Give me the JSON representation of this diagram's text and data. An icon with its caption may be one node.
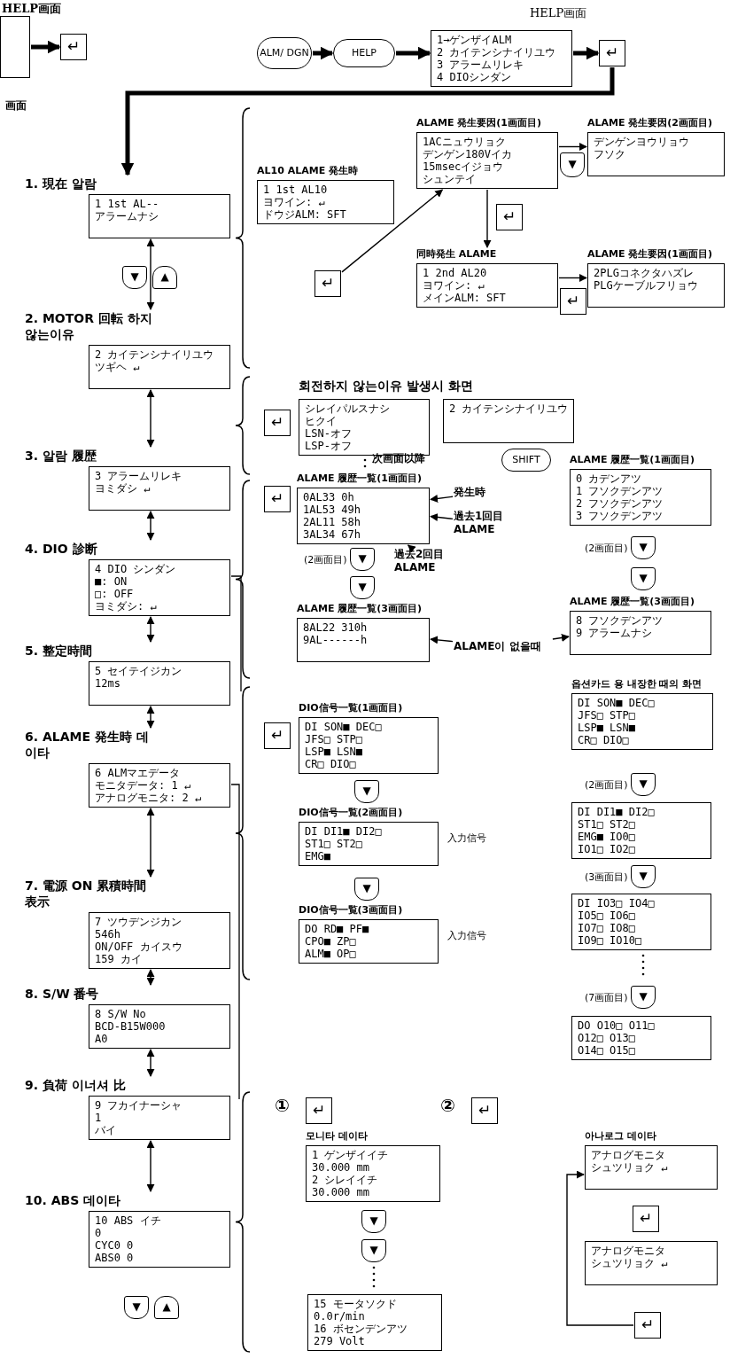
{
  "diagram": {
    "nodes": [
      {
        "text": [],
        "shape": "box"
      },
      {
        "text": [
          "↵"
        ]
      },
      {
        "text": [
          "ALM/ DGN"
        ]
      },
      {
        "text": [
          "HELP"
        ]
      },
      {
        "text": [
          "1→ゲンザイALM",
          "2 カイテンシナイリユウ",
          "3 アラームリレキ",
          "4 DIOシンダン"
        ],
        "beside": [
          "HELP画面"
        ]
      },
      {
        "text": [
          "↵"
        ]
      },
      {
        "text": [
          "1. 現在 알람",
          "1 1st AL--",
          "アラームナシ"
        ]
      },
      {
        "text": [
          "▼"
        ]
      },
      {
        "text": [
          "▲"
        ]
      },
      {
        "text": [
          "2. MOTOR 回転 하지않는이유",
          "2 カイテンシナイリユウ",
          "ツギヘ ↵"
        ]
      },
      {
        "text": [
          "3. 알람 履歴",
          "3 アラームリレキ",
          "ヨミダシ ↵"
        ]
      },
      {
        "text": [
          "4. DIO 診断",
          "4 DIO シンダン",
          "■: ON",
          "□: OFF",
          "ヨミダシ: ↵"
        ]
      },
      {
        "text": [
          "5. 整定時間",
          "5 セイテイジカン",
          "12ms"
        ]
      },
      {
        "text": [
          "6. ALAME 発生時 데이타",
          "6 ALMマエデータ",
          "モニタデータ: 1 ↵",
          "アナログモニタ: 2 ↵"
        ]
      },
      {
        "text": [
          "7. 電源 ON 累積時間表示",
          "7 ツウデンジカン",
          "546h",
          "ON/OFF カイスウ",
          "159 カイ"
        ]
      },
      {
        "text": [
          "8. S/W 番号",
          "8 S/W No",
          "BCD-B15W000",
          "A0"
        ]
      },
      {
        "text": [
          "9. 負荷 이너셔 比",
          "9 フカイナーシャ",
          "1",
          "バイ"
        ]
      },
      {
        "text": [
          "10. ABS 데이타",
          "10 ABS イチ",
          "0",
          "CYC0 0",
          "ABS0 0"
        ]
      },
      {
        "text": [
          "▼"
        ]
      },
      {
        "text": [
          "▲"
        ]
      },
      {
        "text": [
          "AL10 ALAME 発生時",
          "1 1st AL10",
          "ヨワイン: ↵",
          "ドウジALM: SFT"
        ]
      },
      {
        "text": [
          "↵"
        ]
      },
      {
        "text": [
          "ALAME 発生要因(1画面目)",
          "1ACニュウリョク",
          "デンゲン180Vイカ",
          "15msecイジョウ",
          "シュンテイ"
        ]
      },
      {
        "text": [
          "▼"
        ]
      },
      {
        "text": [
          "ALAME 発生要因(2画面目)",
          "デンゲンヨウリョウ",
          "フソク"
        ]
      },
      {
        "text": [
          "↵"
        ]
      },
      {
        "text": [
          "同時発生 ALAME",
          "1 2nd AL20",
          "ヨワイン: ↵",
          "メインALM: SFT"
        ]
      },
      {
        "text": [
          "↵"
        ]
      },
      {
        "text": [
          "ALAME 発生要因(1画面目)",
          "2PLGコネクタハズレ",
          "PLGケーブルフリョウ"
        ]
      },
      {
        "text": [
          "↵"
        ]
      },
      {
        "text": [
          "シレイパルスナシ",
          "ヒクイ",
          "LSN-オフ",
          "LSP-オフ"
        ]
      },
      {
        "text": [
          "2 カイテンシナイリユウ"
        ]
      },
      {
        "text": [
          "↵"
        ]
      },
      {
        "text": [
          "ALAME 履歴一覧(1画面目)",
          "0AL33 0h",
          "1AL53 49h",
          "2AL11 58h",
          "3AL34 67h"
        ]
      },
      {
        "text": [
          "発生時"
        ]
      },
      {
        "text": [
          "過去1回目 ALAME"
        ]
      },
      {
        "text": [
          "過去2回目 ALAME"
        ]
      },
      {
        "text": [
          "▼"
        ],
        "beside": [
          "(2画面目)"
        ]
      },
      {
        "text": [
          "▼"
        ]
      },
      {
        "text": [
          "ALAME 履歴一覧(3画面目)",
          "8AL22 310h",
          "9AL------h"
        ]
      },
      {
        "text": [
          "SHIFT"
        ]
      },
      {
        "text": [
          "ALAME 履歴一覧(1画面目)",
          "0 カデンアツ",
          "1 フソクデンアツ",
          "2 フソクデンアツ",
          "3 フソクデンアツ"
        ]
      },
      {
        "text": [
          "▼"
        ],
        "beside": [
          "(2画面目)"
        ]
      },
      {
        "text": [
          "▼"
        ]
      },
      {
        "text": [
          "ALAME 履歴一覧(3画面目)",
          "8 フソクデンアツ",
          "9 アラームナシ"
        ]
      },
      {
        "text": [
          "ALAME이 없을때"
        ]
      },
      {
        "text": [
          "↵"
        ]
      },
      {
        "text": [
          "DIO信号一覧(1画面目)",
          "DI SON■ DEC□",
          "JFS□ STP□",
          "LSP■ LSN■",
          "CR□ DIO□"
        ]
      },
      {
        "text": [
          "▼"
        ]
      },
      {
        "text": [
          "DIO信号一覧(2画面目)",
          "DI DI1■ DI2□",
          "ST1□ ST2□",
          "EMG■"
        ],
        "beside": [
          "入力信号"
        ]
      },
      {
        "text": [
          "▼"
        ]
      },
      {
        "text": [
          "DIO信号一覧(3画面目)",
          "DO RD■ PF■",
          "CPO■ ZP□",
          "ALM■ OP□"
        ],
        "beside": [
          "入力信号"
        ]
      },
      {
        "text": [
          "옵션카드 용 내장한 때의 화면",
          "DI SON■ DEC□",
          "JFS□ STP□",
          "LSP■ LSN■",
          "CR□ DIO□"
        ]
      },
      {
        "text": [
          "▼"
        ],
        "beside": [
          "(2画面目)"
        ]
      },
      {
        "text": [
          "DI DI1■ DI2□",
          "ST1□ ST2□",
          "EMG■ IO0□",
          "IO1□ IO2□"
        ]
      },
      {
        "text": [
          "▼"
        ],
        "beside": [
          "(3画面目)"
        ]
      },
      {
        "text": [
          "DI IO3□ IO4□",
          "IO5□ IO6□",
          "IO7□ IO8□",
          "IO9□ IO10□"
        ]
      },
      {
        "text": [
          "▼"
        ],
        "beside": [
          "(7画面目)"
        ]
      },
      {
        "text": [
          "DO O10□ O11□",
          "O12□ O13□",
          "O14□ O15□"
        ]
      },
      {
        "text": [
          "①"
        ]
      },
      {
        "text": [
          "↵"
        ]
      },
      {
        "text": [
          "②"
        ]
      },
      {
        "text": [
          "↵"
        ]
      },
      {
        "text": [
          "모니타 데이타",
          "1 ゲンザイイチ",
          "30.000 mm",
          "2 シレイイチ",
          "30.000 mm"
        ]
      },
      {
        "text": [
          "▼"
        ]
      },
      {
        "text": [
          "▼"
        ]
      },
      {
        "text": [
          "15 モータソクド",
          "0.0r/min",
          "16 ボセンデンアツ",
          "279 Volt"
        ]
      },
      {
        "text": [
          "아나로그 데이타",
          "アナログモニタ",
          "シュツリョク ↵"
        ]
      },
      {
        "text": [
          "↵"
        ]
      },
      {
        "text": [
          "アナログモニタ",
          "シュツリョク ↵"
        ]
      },
      {
        "text": [
          "↵"
        ]
      }
    ],
    "edges": [
      {
        "from": 0,
        "to": 1,
        "arrow": "to",
        "style": "thick"
      },
      {
        "from": 2,
        "to": 3,
        "arrow": "to",
        "style": "thick"
      },
      {
        "from": 3,
        "to": 4,
        "arrow": "to",
        "style": "thick"
      },
      {
        "from": 4,
        "to": 5,
        "arrow": "to",
        "style": "thick"
      },
      {
        "from": 5,
        "to": 6,
        "arrow": "to",
        "style": "thick"
      },
      {
        "from": 6,
        "to": 9,
        "arrow": "both"
      },
      {
        "from": 9,
        "to": 10,
        "arrow": "both"
      },
      {
        "from": 10,
        "to": 11,
        "arrow": "both"
      },
      {
        "from": 11,
        "to": 12,
        "arrow": "both"
      },
      {
        "from": 12,
        "to": 13,
        "arrow": "both"
      },
      {
        "from": 13,
        "to": 14,
        "arrow": "both"
      },
      {
        "from": 14,
        "to": 15,
        "arrow": "both"
      },
      {
        "from": 15,
        "to": 16,
        "arrow": "both"
      },
      {
        "from": 16,
        "to": 17,
        "arrow": "both"
      },
      {
        "from": 21,
        "to": 22,
        "arrow": "to"
      },
      {
        "from": 22,
        "to": 24,
        "arrow": "to"
      },
      {
        "from": 22,
        "to": 26,
        "arrow": "to"
      },
      {
        "from": 26,
        "to": 28,
        "arrow": "to"
      },
      {
        "from": 34,
        "to": 33,
        "arrow": "to"
      },
      {
        "from": 35,
        "to": 33,
        "arrow": "to"
      },
      {
        "from": 36,
        "to": 33,
        "arrow": "to"
      },
      {
        "from": 45,
        "to": 39,
        "arrow": "to"
      },
      {
        "from": 45,
        "to": 44,
        "arrow": "to"
      },
      {
        "from": 70,
        "to": 67,
        "arrow": "to"
      }
    ],
    "labels": [
      "HELP画面",
      "画面",
      "회전하지 않는이유 발생시 화면",
      "次画面以降"
    ]
  }
}
